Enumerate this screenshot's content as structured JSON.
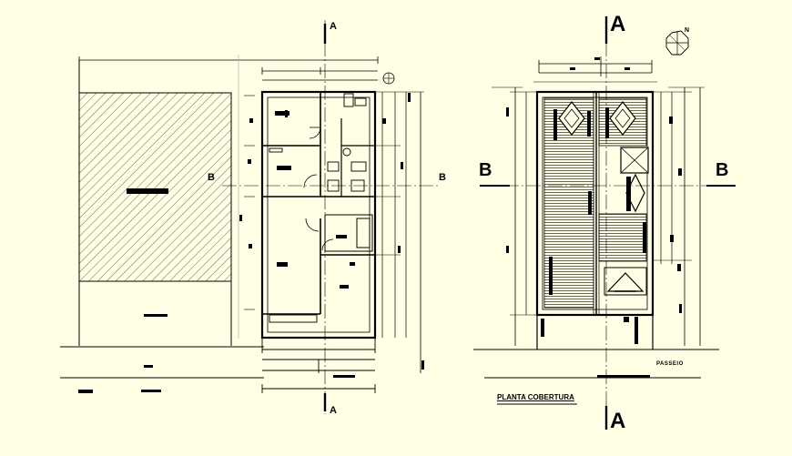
{
  "plan_left": {
    "section_top": "A",
    "section_bottom": "A",
    "section_left": "B",
    "section_right": "B"
  },
  "plan_right": {
    "section_top": "A",
    "section_bottom": "A",
    "section_left": "B",
    "section_right": "B",
    "north_label": "N",
    "sidewalk_label": "PASSEIO",
    "title": "PLANTA COBERTURA"
  },
  "colors": {
    "background": "#ffffe6",
    "lines": "#000000",
    "ref_lines": "#b4b4b4"
  }
}
